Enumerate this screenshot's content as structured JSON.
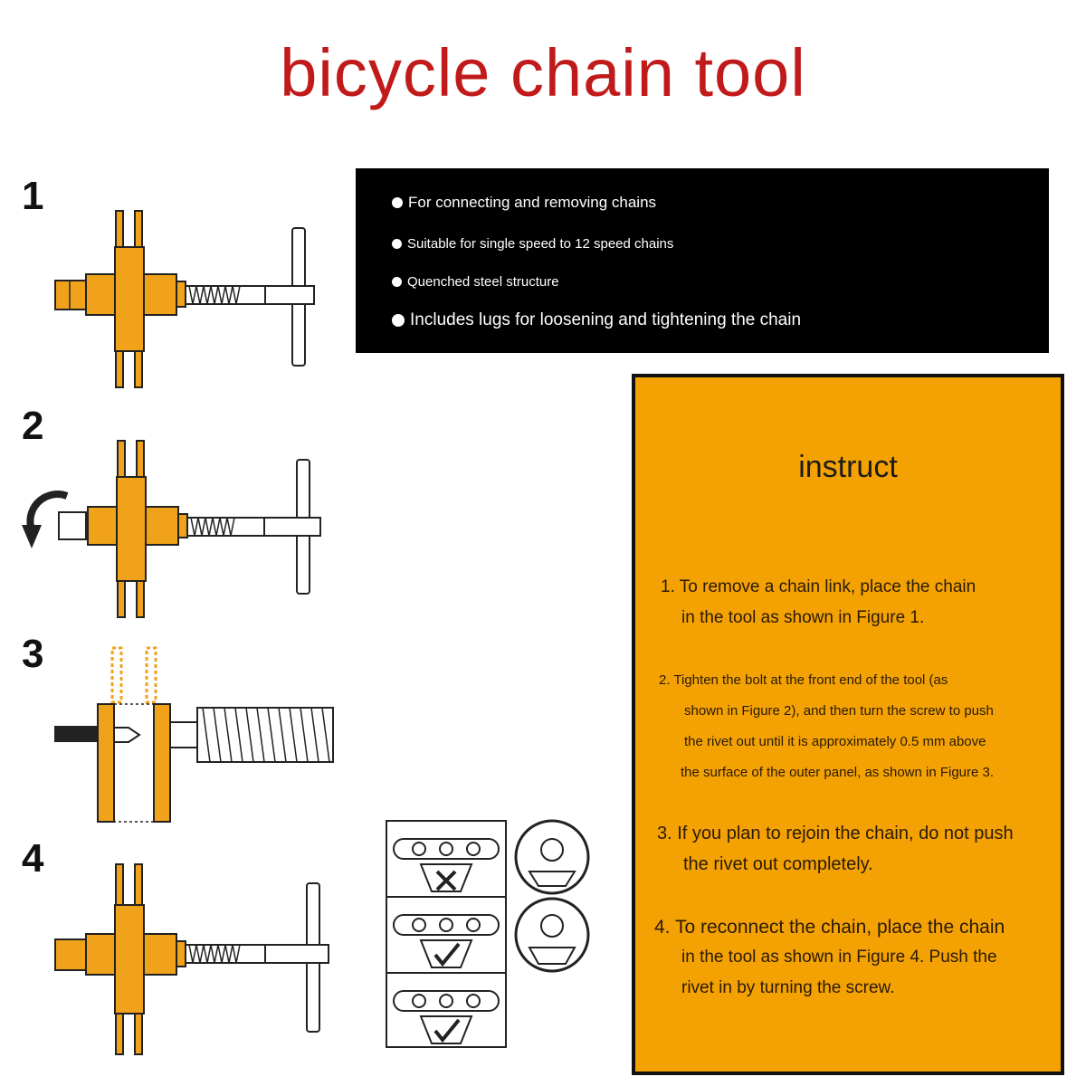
{
  "title": "bicycle chain tool",
  "steps": [
    "1",
    "2",
    "3",
    "4"
  ],
  "features": [
    "For connecting and removing chains",
    "Suitable for single speed to 12 speed chains",
    "Quenched steel structure",
    "Includes lugs for loosening and tightening the chain"
  ],
  "instructions": {
    "heading": "instruct",
    "lines": [
      "1. To remove a chain link, place the chain",
      "in the tool as shown in Figure 1.",
      "2. Tighten the bolt at the front end of the tool (as",
      "shown in Figure 2), and then turn the screw to push",
      "the rivet out until it is approximately 0.5 mm above",
      "the surface of the outer panel, as shown in Figure 3.",
      "3. If you plan to rejoin the chain, do not push",
      "the rivet out completely.",
      "4. To reconnect the chain, place the chain",
      "in the tool as shown in Figure 4. Push the",
      "rivet in by turning the screw."
    ]
  },
  "colors": {
    "title": "#c11a1a",
    "panel": "#f4a203",
    "tool": "#f0a21a",
    "black": "#000000"
  }
}
